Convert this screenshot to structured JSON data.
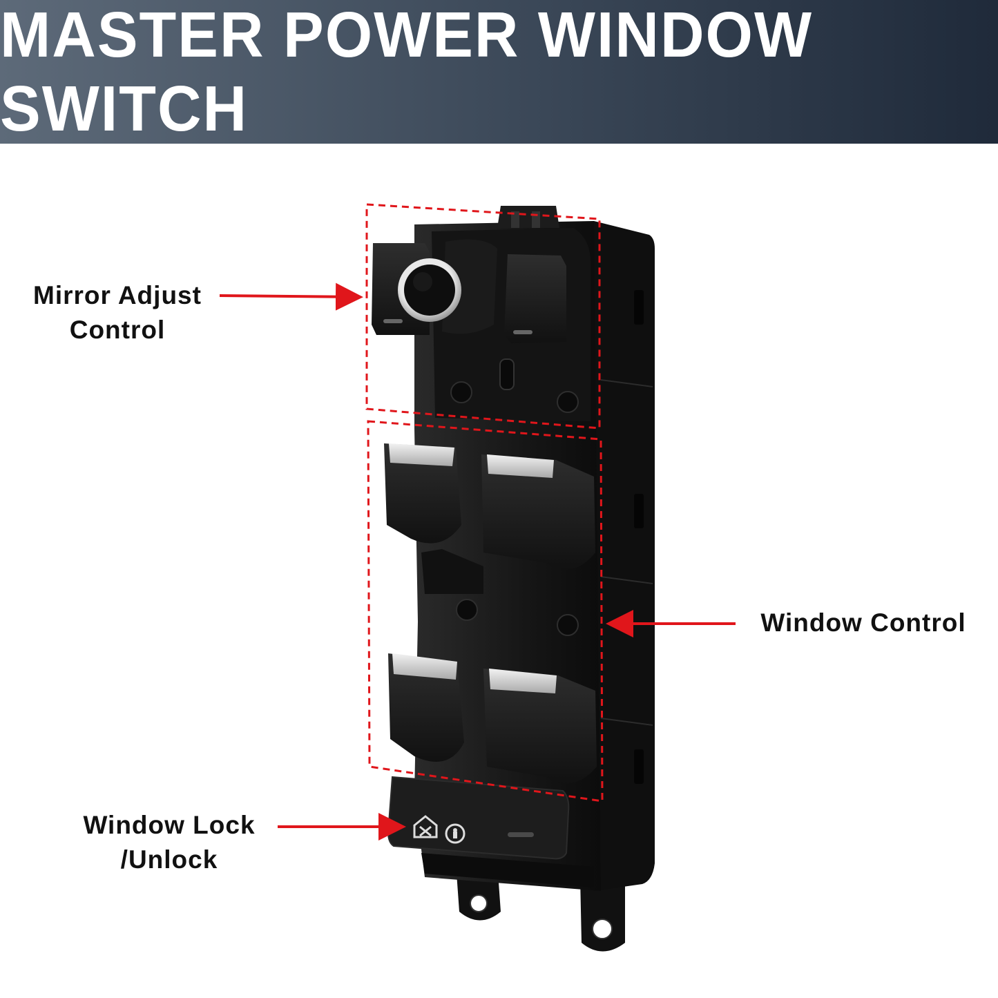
{
  "title": "MASTER POWER WINDOW SWITCH",
  "callouts": {
    "mirror": {
      "line1": "Mirror Adjust",
      "line2": "Control"
    },
    "window_control": {
      "line1": "Window Control"
    },
    "lock": {
      "line1": "Window Lock",
      "line2": "/Unlock"
    }
  },
  "colors": {
    "banner_start": "#5d6a79",
    "banner_end": "#1f2a3a",
    "arrow": "#e0161b",
    "switch_body": "#1a1a1a"
  }
}
